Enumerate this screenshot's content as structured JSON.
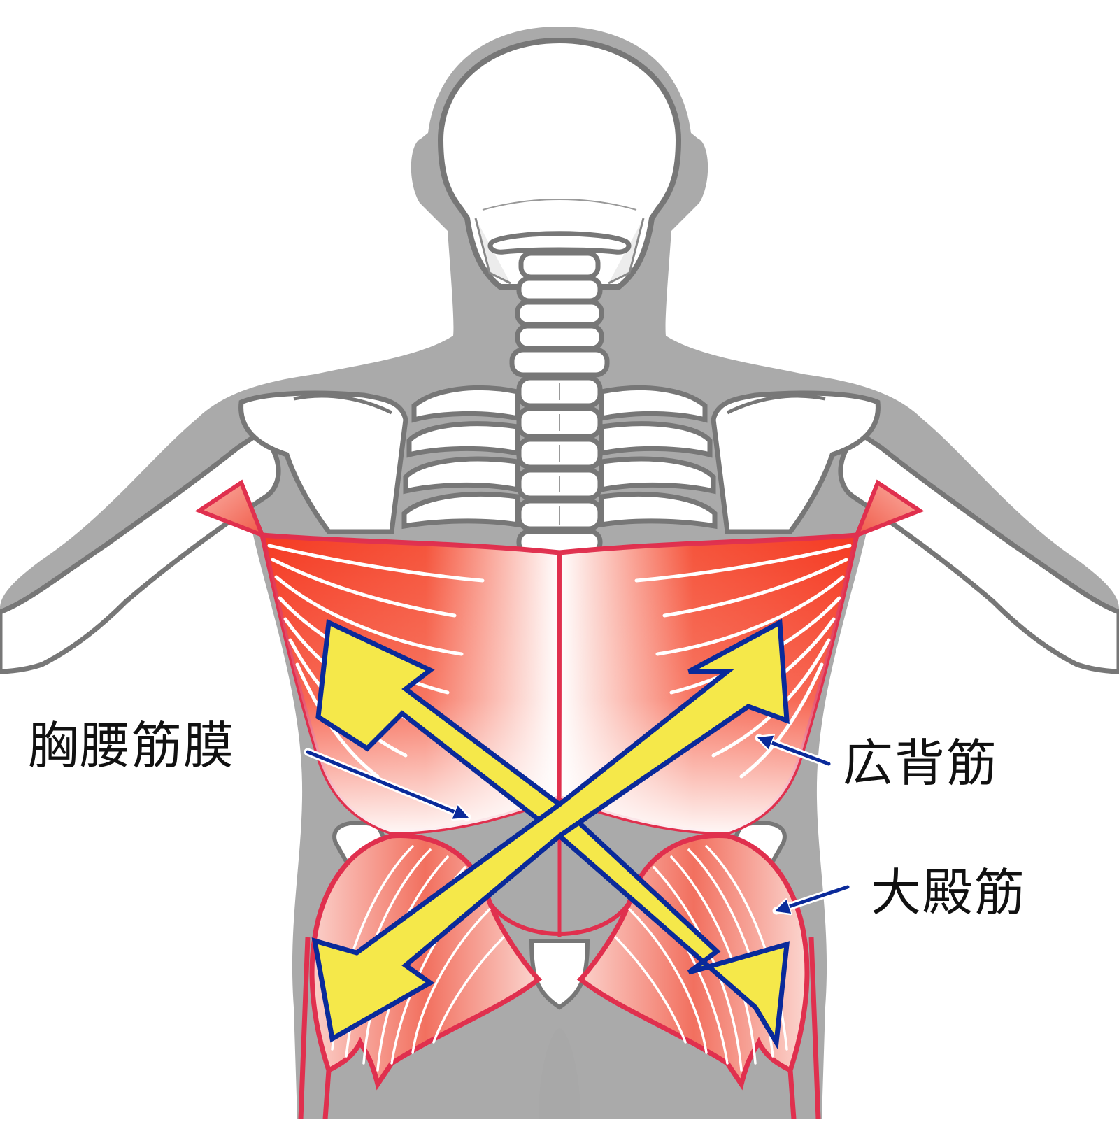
{
  "diagram": {
    "type": "anatomical-illustration",
    "view": "posterior (back) view of human torso with skeleton",
    "labels": {
      "thoracolumbar_fascia": "胸腰筋膜",
      "latissimus_dorsi": "広背筋",
      "gluteus_maximus": "大殿筋"
    },
    "arrows": {
      "description": "Two crossing yellow double-headed arrows forming an X over the back, linking latissimus dorsi on one side with gluteus maximus on the opposite side",
      "count": 2
    },
    "colors": {
      "body_silhouette": "#aaaaaa",
      "bone_fill": "#ffffff",
      "bone_outline": "#777777",
      "muscle_deep": "#f53a22",
      "muscle_light": "#f47a6a",
      "muscle_outline": "#e0304e",
      "fascia": "#ffffff",
      "arrow_fill": "#f5e84a",
      "arrow_outline": "#0a2a9a",
      "leader_arrow": "#0a2a9a",
      "label_text": "#111111"
    }
  }
}
